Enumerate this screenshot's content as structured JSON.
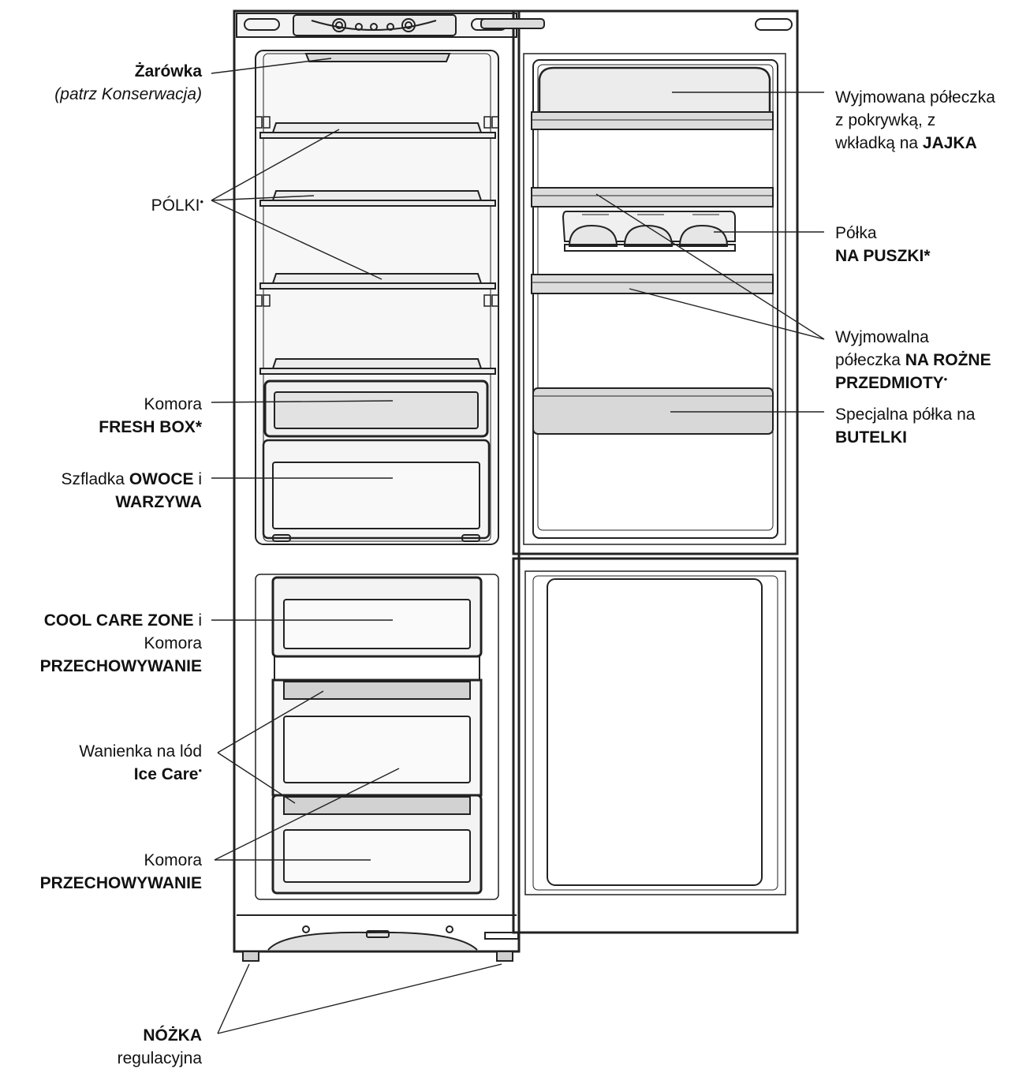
{
  "labels": {
    "bulb": {
      "title": "Żarówka",
      "note": "(patrz Konserwacja)"
    },
    "shelves": {
      "text": "PÓLKI",
      "mark": "•"
    },
    "fresh_box": {
      "line1": "Komora",
      "line2": "FRESH BOX",
      "mark": "*"
    },
    "fruit_drawer": {
      "pre": "Szfladka ",
      "bold1": "OWOCE",
      "mid": " i",
      "bold2": "WARZYWA"
    },
    "cool_care": {
      "bold1": "COOL CARE ZONE",
      "mid": " i",
      "line2": "Komora",
      "bold2": "PRZECHOWYWANIE"
    },
    "ice_care": {
      "line1": "Wanienka na lód",
      "bold": "Ice Care",
      "mark": "•"
    },
    "storage": {
      "line1": "Komora",
      "bold": "PRZECHOWYWANIE"
    },
    "foot": {
      "bold": "NÓŻKA",
      "line2": "regulacyjna"
    },
    "egg_shelf": {
      "line1": "Wyjmowana półeczka",
      "line2": "z pokrywką, z",
      "pre3": "wkładką na ",
      "bold3": "JAJKA"
    },
    "can_shelf": {
      "line1": "Półka",
      "bold": "NA PUSZKI",
      "mark": "*"
    },
    "misc_shelf": {
      "line1": "Wyjmowalna",
      "pre2": "półeczka ",
      "bold2": "NA ROŻNE",
      "bold3": "PRZEDMIOTY",
      "mark": "•"
    },
    "bottle_shelf": {
      "line1": "Specjalna półka na",
      "bold": "BUTELKI"
    }
  },
  "colors": {
    "stroke": "#222222",
    "fill_light": "#f2f2f2",
    "fill_mid": "#d9d9d9",
    "fill_dark": "#c2c2c2"
  }
}
